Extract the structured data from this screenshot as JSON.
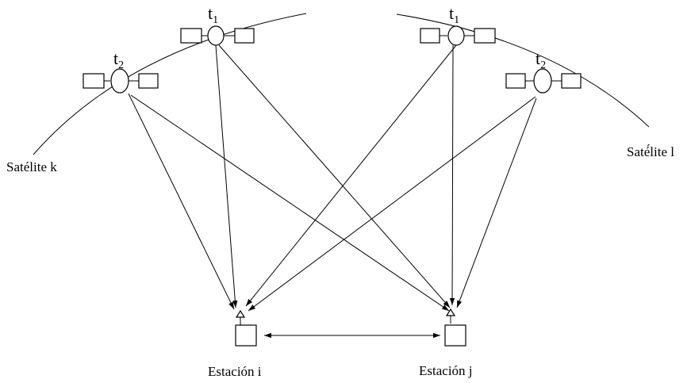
{
  "satellites": [
    {
      "label": "Satélite  k",
      "epochs": [
        {
          "t": "t",
          "sub": "1"
        },
        {
          "t": "t",
          "sub": "2"
        }
      ]
    },
    {
      "label": "Saté́lite  l",
      "epochs": [
        {
          "t": "t",
          "sub": "1"
        },
        {
          "t": "t",
          "sub": "2"
        }
      ]
    }
  ],
  "stations": [
    {
      "label": "Estación i"
    },
    {
      "label": "Estación j"
    }
  ]
}
